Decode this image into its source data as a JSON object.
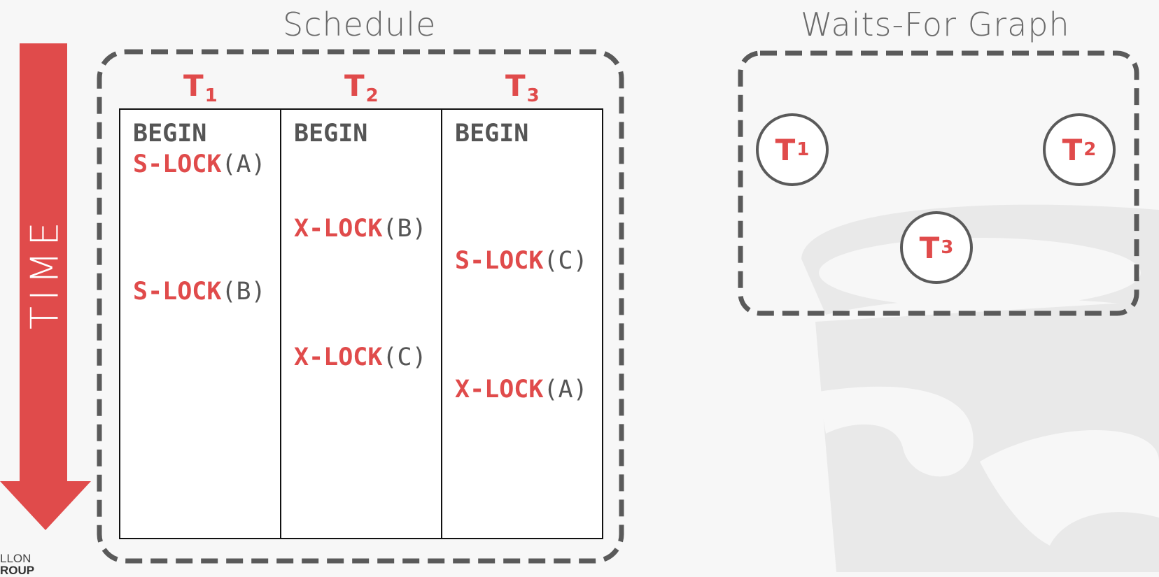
{
  "titles": {
    "schedule": "Schedule",
    "graph": "Waits-For Graph"
  },
  "time_label": "TIME",
  "columns": [
    {
      "letter": "T",
      "sub": "1"
    },
    {
      "letter": "T",
      "sub": "2"
    },
    {
      "letter": "T",
      "sub": "3"
    }
  ],
  "schedule": {
    "t1": {
      "begin": "BEGIN",
      "op1_kw": "S-LOCK",
      "op1_arg": "(A)",
      "op2_kw": "S-LOCK",
      "op2_arg": "(B)"
    },
    "t2": {
      "begin": "BEGIN",
      "op1_kw": "X-LOCK",
      "op1_arg": "(B)",
      "op2_kw": "X-LOCK",
      "op2_arg": "(C)"
    },
    "t3": {
      "begin": "BEGIN",
      "op1_kw": "S-LOCK",
      "op1_arg": "(C)",
      "op2_kw": "X-LOCK",
      "op2_arg": "(A)"
    }
  },
  "graph_nodes": [
    {
      "letter": "T",
      "sub": "1"
    },
    {
      "letter": "T",
      "sub": "2"
    },
    {
      "letter": "T",
      "sub": "3"
    }
  ],
  "corner_logo": {
    "line1": "LLON",
    "line2": "ROUP"
  },
  "colors": {
    "accent": "#e04b4b",
    "text": "#555555",
    "frame": "#5a5a5a"
  }
}
